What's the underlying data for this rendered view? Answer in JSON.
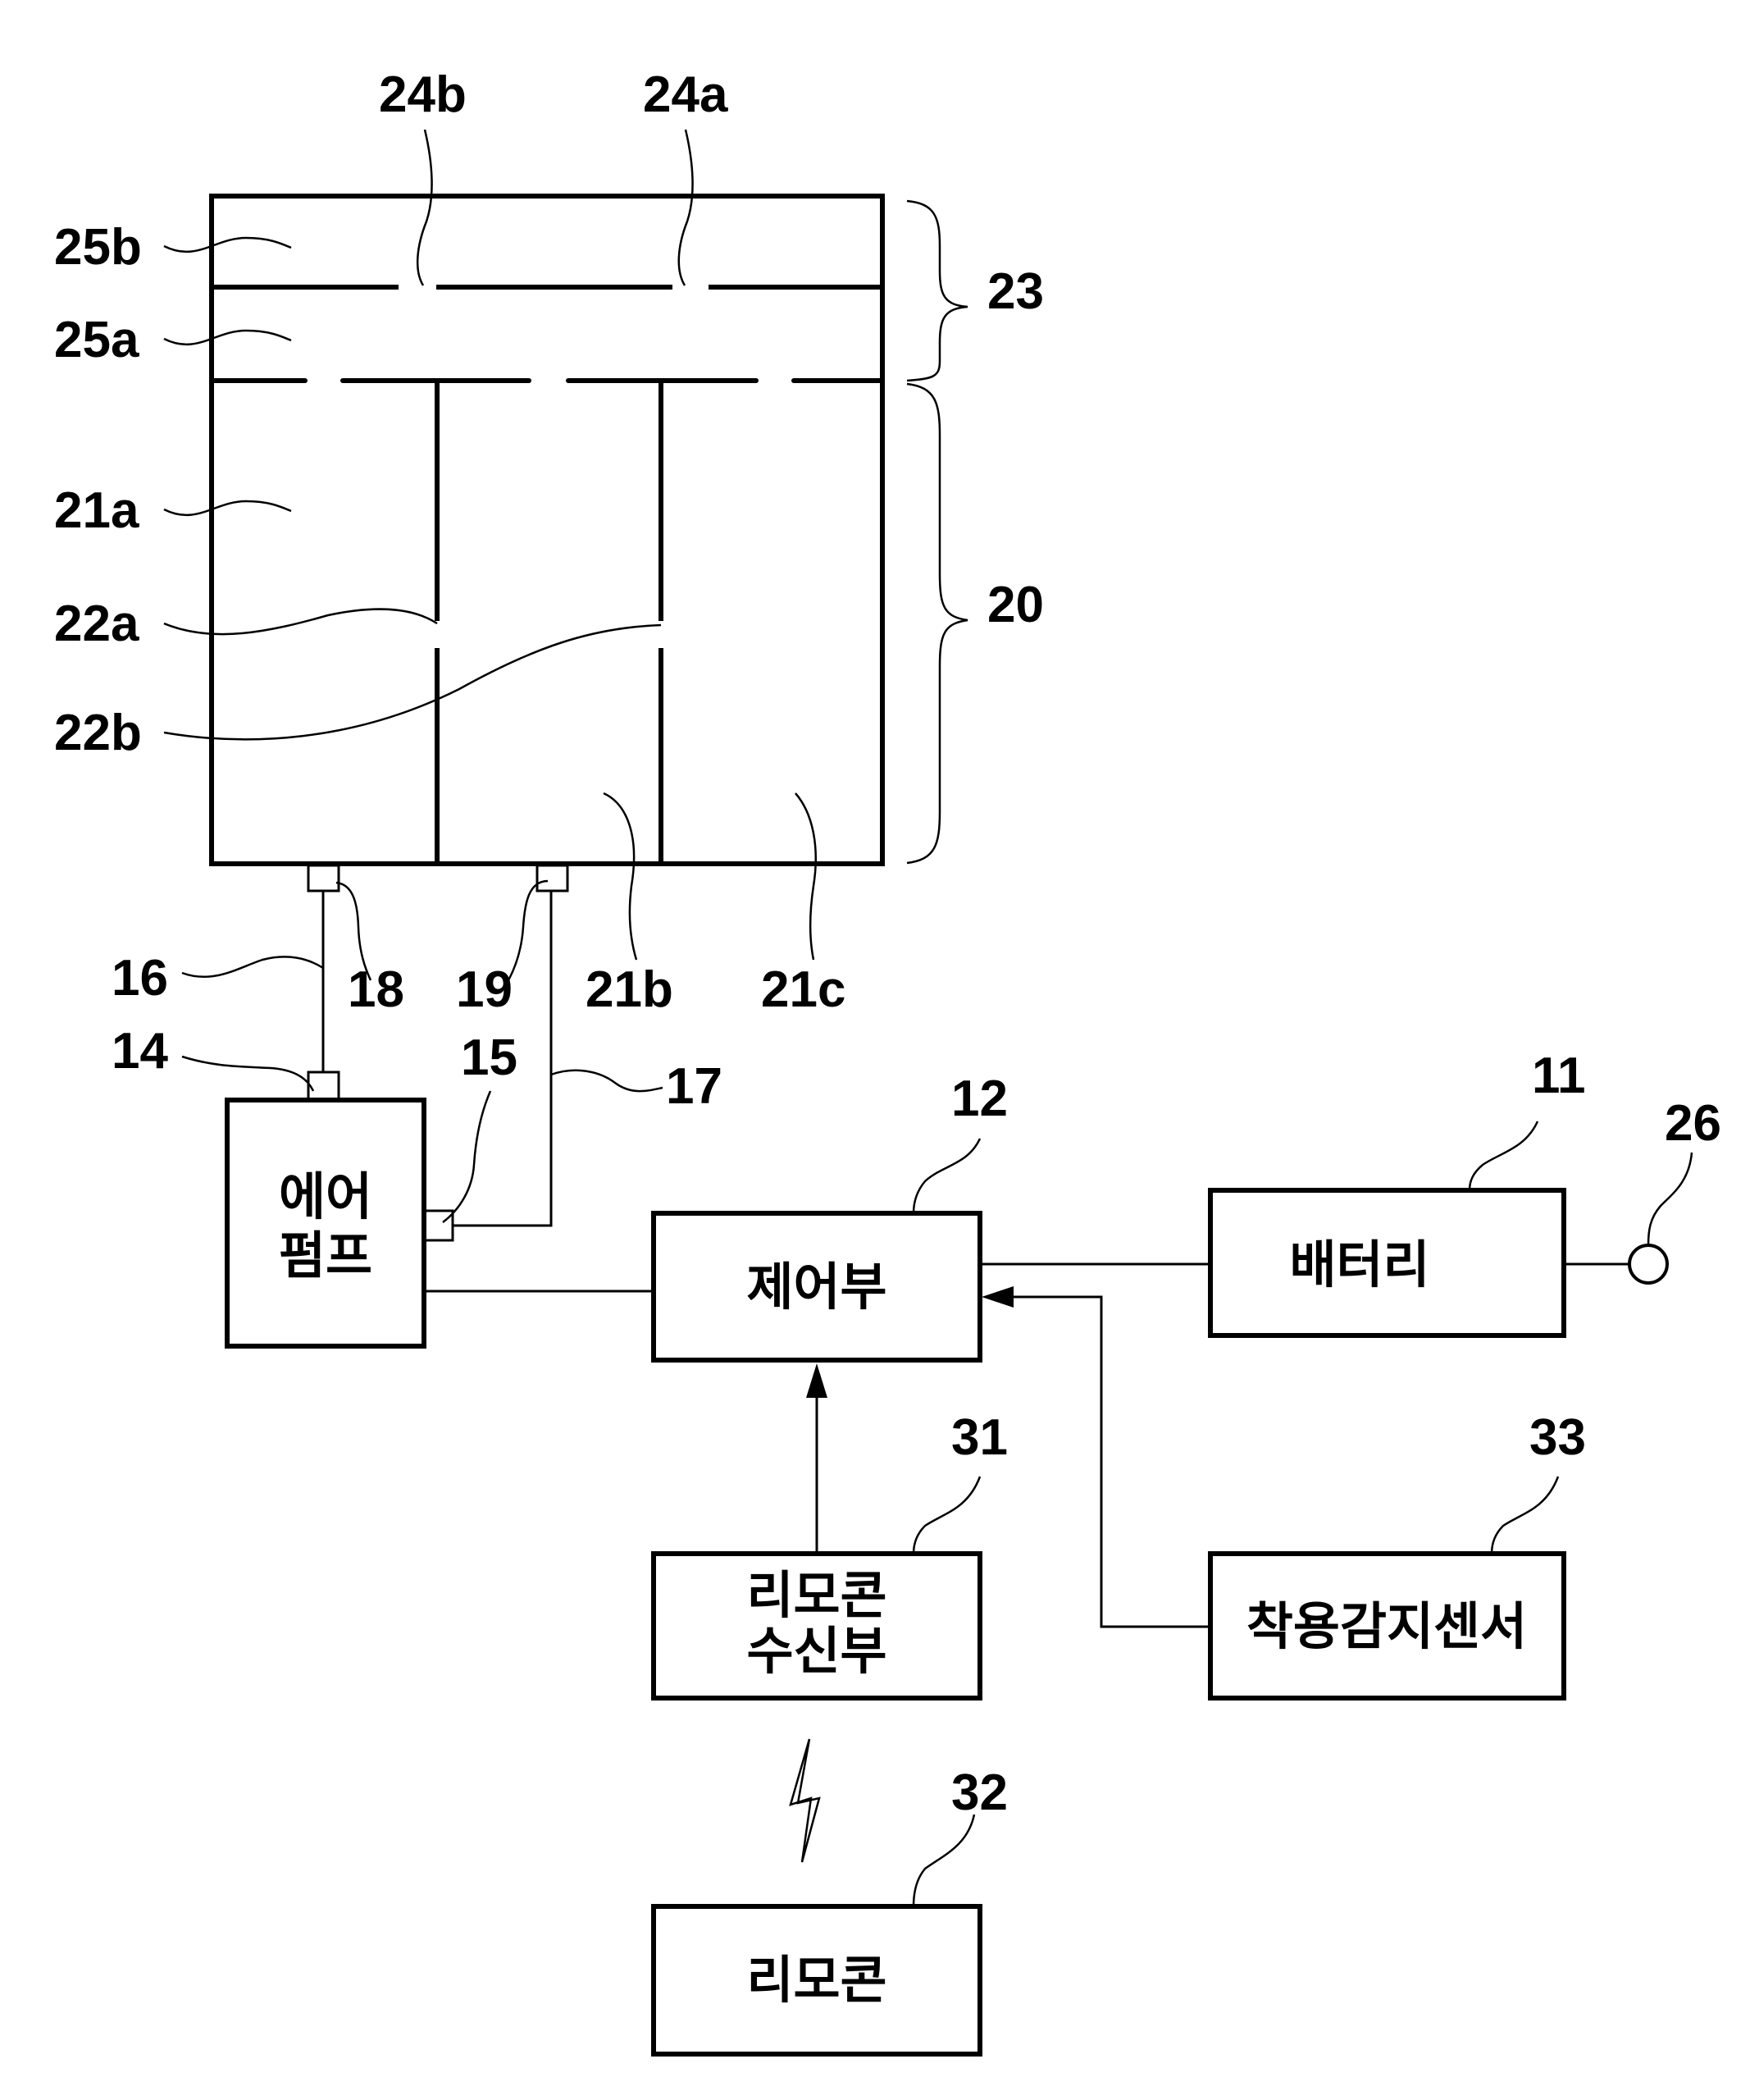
{
  "figure": {
    "reference_numerals": {
      "battery": "11",
      "controller": "12",
      "air_inlet_port_pump": "14",
      "air_outlet_port_pump": "15",
      "tube_1": "16",
      "tube_2": "17",
      "port_18": "18",
      "port_19": "19",
      "lower_cushion": "20",
      "cell_a": "21a",
      "cell_b": "21b",
      "cell_c": "21c",
      "passage_a": "22a",
      "passage_b": "22b",
      "upper_cushion": "23",
      "hole_a": "24a",
      "hole_b": "24b",
      "layer_a": "25a",
      "layer_b": "25b",
      "charging_terminal": "26",
      "remote_receiver": "31",
      "remote": "32",
      "wear_sensor": "33"
    },
    "blocks": {
      "air_pump": [
        "에어",
        "펌프"
      ],
      "controller": "제어부",
      "battery": "배터리",
      "remote_receiver": [
        "리모콘",
        "수신부"
      ],
      "wear_sensor": "착용감지센서",
      "remote": "리모콘"
    },
    "colors": {
      "line": "#000000",
      "background": "#ffffff"
    }
  }
}
